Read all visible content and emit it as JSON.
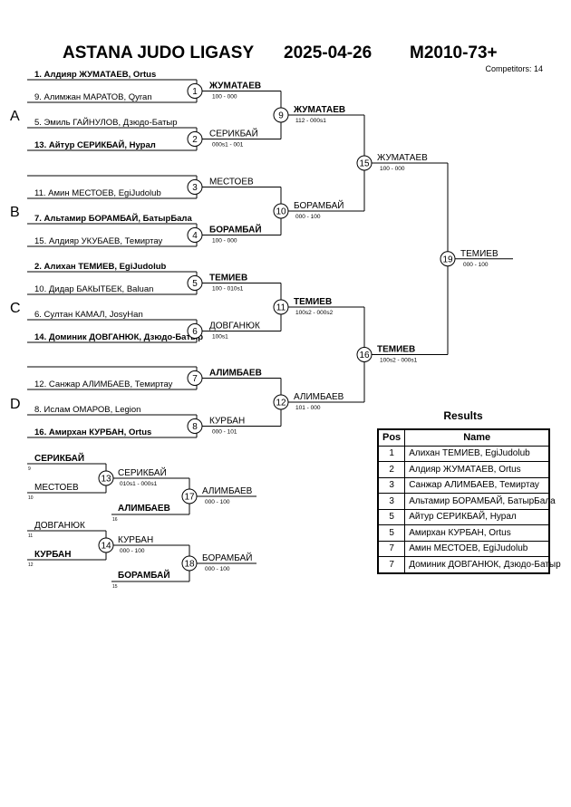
{
  "header": {
    "event": "ASTANA JUDO LIGASY",
    "date": "2025-04-26",
    "category": "M2010-73+",
    "competitors": "Competitors: 14"
  },
  "pools": [
    "A",
    "B",
    "C",
    "D"
  ],
  "competitors": [
    {
      "text": "1. Алдияр ЖУМАТАЕВ, Ortus",
      "bold": true
    },
    {
      "text": "9. Алимжан МАРАТОВ, Qyran",
      "bold": false
    },
    {
      "text": "5. Эмиль ГАЙНУЛОВ, Дзюдо-Батыр",
      "bold": false
    },
    {
      "text": "13. Айтур СЕРИКБАЙ, Нурал",
      "bold": true
    },
    {
      "text": "",
      "bold": false
    },
    {
      "text": "11. Амин МЕСТОЕВ, EgiJudolub",
      "bold": false
    },
    {
      "text": "7. Альтамир БОРАМБАЙ, БатырБала",
      "bold": true
    },
    {
      "text": "15. Алдияр УКУБАЕВ, Темиртау",
      "bold": false
    },
    {
      "text": "2. Алихан ТЕМИЕВ, EgiJudolub",
      "bold": true
    },
    {
      "text": "10. Дидар БАКЫТБЕК, Baluan",
      "bold": false
    },
    {
      "text": "6. Султан КАМАЛ, JosyHan",
      "bold": false
    },
    {
      "text": "14. Доминик ДОВГАНЮК, Дзюдо-Батыр",
      "bold": true
    },
    {
      "text": "",
      "bold": false
    },
    {
      "text": "12. Санжар АЛИМБАЕВ, Темиртау",
      "bold": false
    },
    {
      "text": "8. Ислам ОМАРОВ, Legion",
      "bold": false
    },
    {
      "text": "16. Амирхан КУРБАН, Ortus",
      "bold": true
    }
  ],
  "round1": [
    {
      "num": "1",
      "winner": "ЖУМАТАЕВ",
      "score": "100 - 000",
      "bold": true
    },
    {
      "num": "2",
      "winner": "СЕРИКБАЙ",
      "score": "000s1 - 001",
      "bold": false
    },
    {
      "num": "3",
      "winner": "МЕСТОЕВ",
      "score": "",
      "bold": false
    },
    {
      "num": "4",
      "winner": "БОРАМБАЙ",
      "score": "100 - 000",
      "bold": true
    },
    {
      "num": "5",
      "winner": "ТЕМИЕВ",
      "score": "100 - 010s1",
      "bold": true
    },
    {
      "num": "6",
      "winner": "ДОВГАНЮК",
      "score": "100s1",
      "bold": false
    },
    {
      "num": "7",
      "winner": "АЛИМБАЕВ",
      "score": "",
      "bold": true
    },
    {
      "num": "8",
      "winner": "КУРБАН",
      "score": "000 - 101",
      "bold": false
    }
  ],
  "round2": [
    {
      "num": "9",
      "winner": "ЖУМАТАЕВ",
      "score": "112 - 000s1",
      "bold": true
    },
    {
      "num": "10",
      "winner": "БОРАМБАЙ",
      "score": "000 - 100",
      "bold": false
    },
    {
      "num": "11",
      "winner": "ТЕМИЕВ",
      "score": "100s2 - 000s2",
      "bold": true
    },
    {
      "num": "12",
      "winner": "АЛИМБАЕВ",
      "score": "101 - 000",
      "bold": false
    }
  ],
  "round3": [
    {
      "num": "15",
      "winner": "ЖУМАТАЕВ",
      "score": "100 - 000",
      "bold": false
    },
    {
      "num": "16",
      "winner": "ТЕМИЕВ",
      "score": "100s2 - 000s1",
      "bold": true
    }
  ],
  "final": {
    "num": "19",
    "winner": "ТЕМИЕВ",
    "score": "000 - 100",
    "bold": false
  },
  "repechage": [
    {
      "top": {
        "name": "СЕРИКБАЙ",
        "ref": "9",
        "bold": true
      },
      "bottom": {
        "name": "МЕСТОЕВ",
        "ref": "10",
        "bold": false
      },
      "m1": {
        "num": "13",
        "winner": "СЕРИКБАЙ",
        "score": "010s1 - 000s1",
        "bold": false
      },
      "entrant": {
        "name": "АЛИМБАЕВ",
        "ref": "16",
        "bold": true
      },
      "m2": {
        "num": "17",
        "winner": "АЛИМБАЕВ",
        "score": "000 - 100",
        "bold": false
      }
    },
    {
      "top": {
        "name": "ДОВГАНЮК",
        "ref": "11",
        "bold": false
      },
      "bottom": {
        "name": "КУРБАН",
        "ref": "12",
        "bold": true
      },
      "m1": {
        "num": "14",
        "winner": "КУРБАН",
        "score": "000 - 100",
        "bold": false
      },
      "entrant": {
        "name": "БОРАМБАЙ",
        "ref": "15",
        "bold": true
      },
      "m2": {
        "num": "18",
        "winner": "БОРАМБАЙ",
        "score": "000 - 100",
        "bold": false
      }
    }
  ],
  "results": {
    "title": "Results",
    "col_pos": "Pos",
    "col_name": "Name",
    "rows": [
      {
        "pos": "1",
        "name": "Алихан ТЕМИЕВ, EgiJudolub"
      },
      {
        "pos": "2",
        "name": "Алдияр ЖУМАТАЕВ, Ortus"
      },
      {
        "pos": "3",
        "name": "Санжар АЛИМБАЕВ, Темиртау"
      },
      {
        "pos": "3",
        "name": "Альтамир БОРАМБАЙ, БатырБала"
      },
      {
        "pos": "5",
        "name": "Айтур СЕРИКБАЙ, Нурал"
      },
      {
        "pos": "5",
        "name": "Амирхан КУРБАН, Ortus"
      },
      {
        "pos": "7",
        "name": "Амин МЕСТОЕВ, EgiJudolub"
      },
      {
        "pos": "7",
        "name": "Доминик ДОВГАНЮК, Дзюдо-Батыр"
      }
    ]
  }
}
